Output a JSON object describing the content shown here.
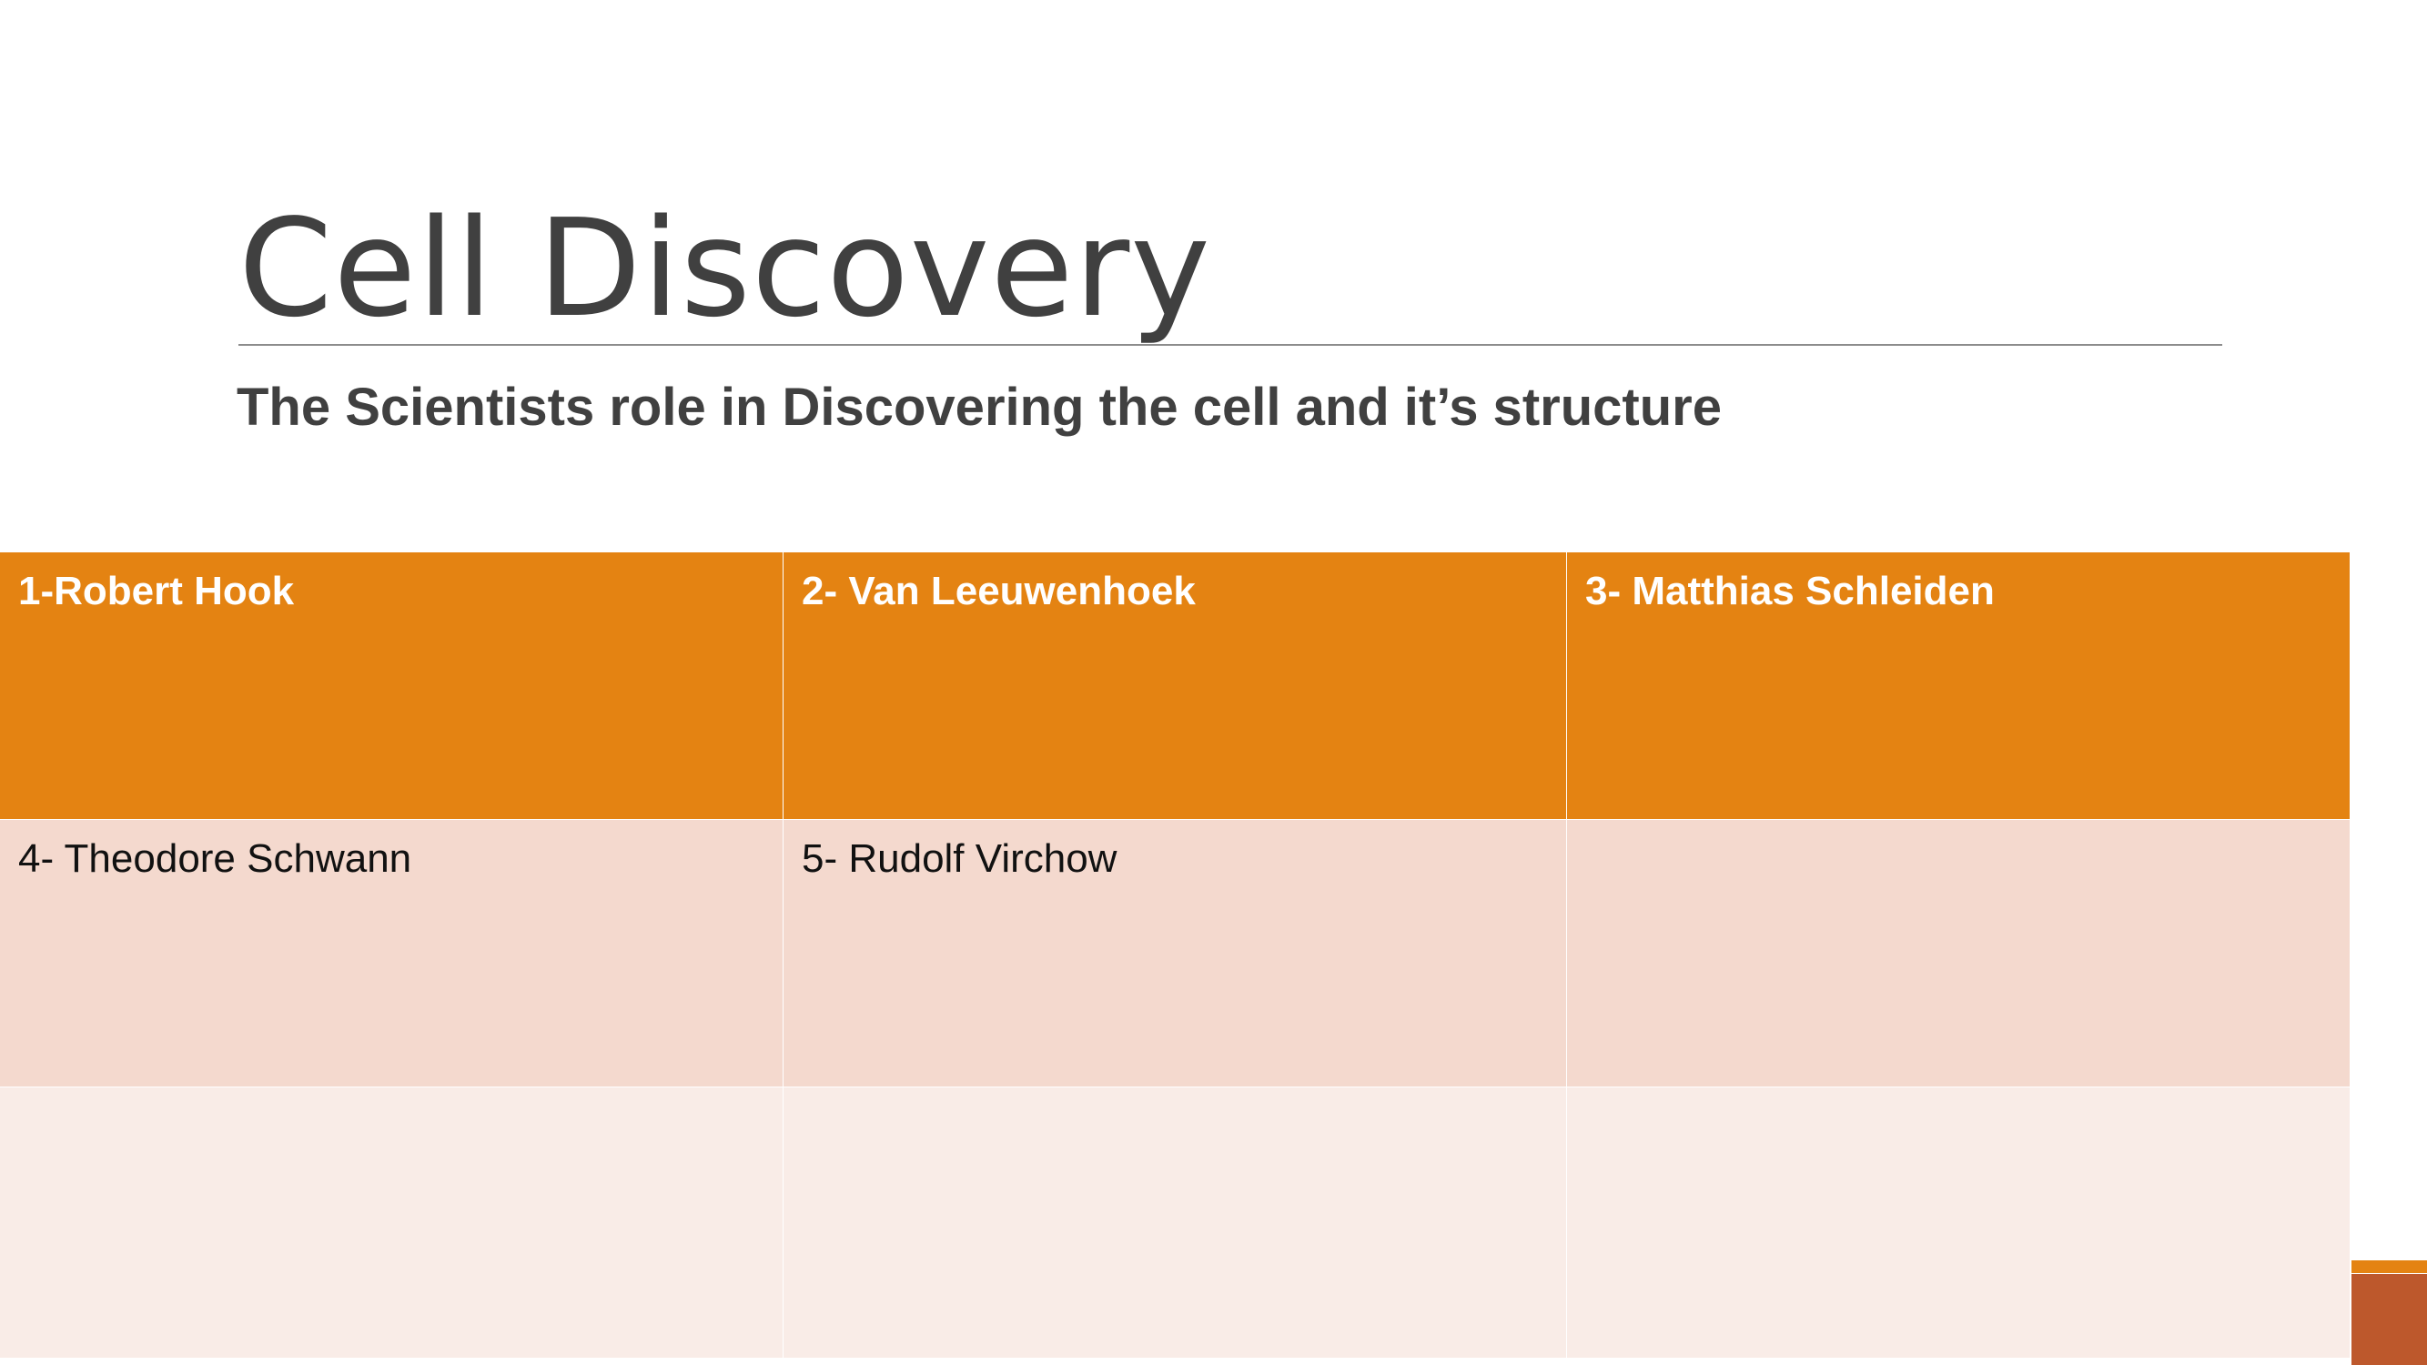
{
  "slide": {
    "title": "Cell Discovery",
    "subtitle": "The Scientists role in Discovering the cell and it’s structure"
  },
  "table": {
    "rows": [
      [
        "1-Robert Hook",
        "2- Van Leeuwenhoek",
        "3- Matthias Schleiden"
      ],
      [
        "4- Theodore Schwann",
        "5- Rudolf Virchow",
        ""
      ],
      [
        "",
        "",
        ""
      ]
    ]
  },
  "colors": {
    "header_fill": "#e48312",
    "row_band_1": "#f4d9ce",
    "row_band_2": "#f9ece7",
    "accent_dark": "#bd582c",
    "title_text": "#404040"
  }
}
